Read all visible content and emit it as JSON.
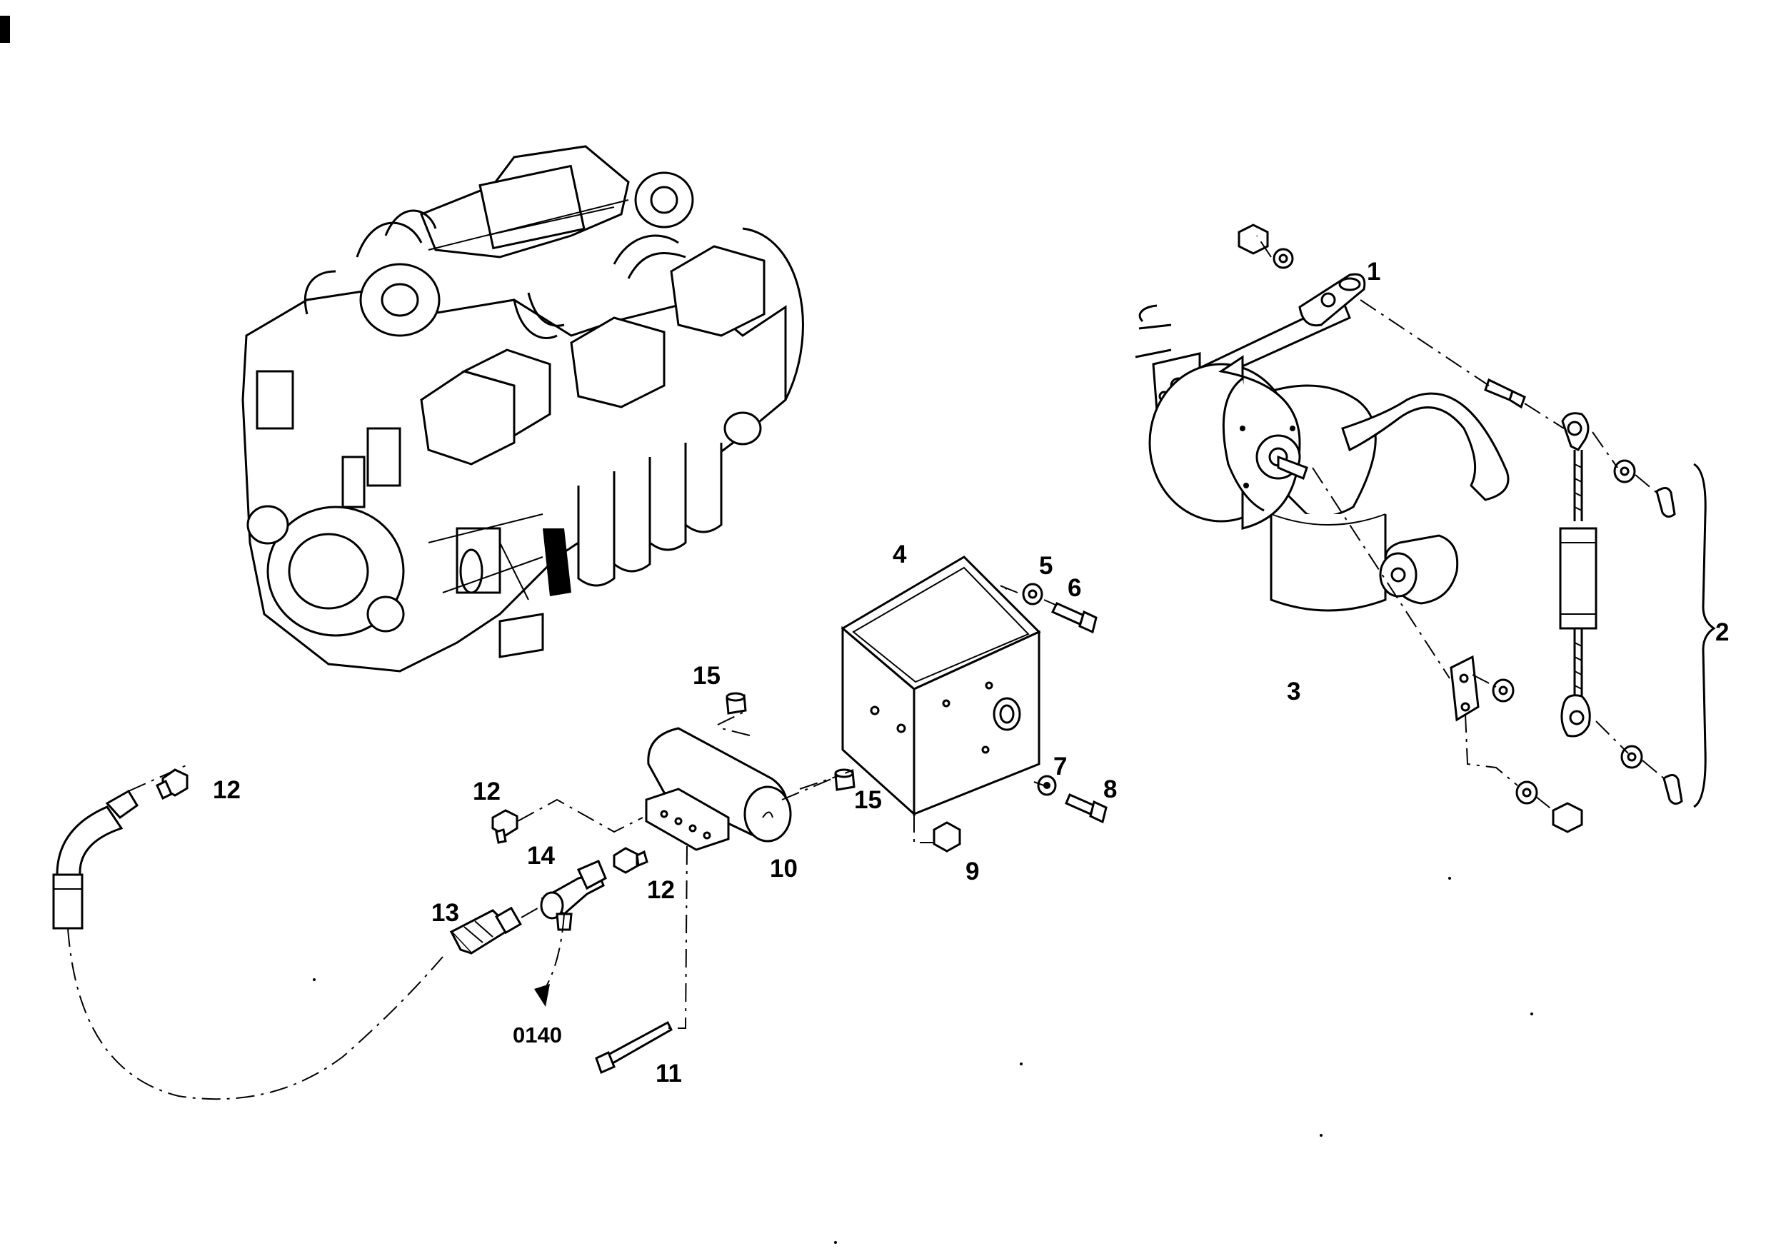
{
  "diagram": {
    "type": "exploded-parts-view",
    "callouts": [
      {
        "id": "c1",
        "label": "1"
      },
      {
        "id": "c2",
        "label": "2"
      },
      {
        "id": "c3",
        "label": "3"
      },
      {
        "id": "c4",
        "label": "4"
      },
      {
        "id": "c5",
        "label": "5"
      },
      {
        "id": "c6",
        "label": "6"
      },
      {
        "id": "c7",
        "label": "7"
      },
      {
        "id": "c8",
        "label": "8"
      },
      {
        "id": "c9",
        "label": "9"
      },
      {
        "id": "c10",
        "label": "10"
      },
      {
        "id": "c11",
        "label": "11"
      },
      {
        "id": "c12a",
        "label": "12"
      },
      {
        "id": "c12b",
        "label": "12"
      },
      {
        "id": "c12c",
        "label": "12"
      },
      {
        "id": "c13",
        "label": "13"
      },
      {
        "id": "c14",
        "label": "14"
      },
      {
        "id": "c15a",
        "label": "15"
      },
      {
        "id": "c15b",
        "label": "15"
      },
      {
        "id": "cref",
        "label": "0140"
      }
    ]
  }
}
